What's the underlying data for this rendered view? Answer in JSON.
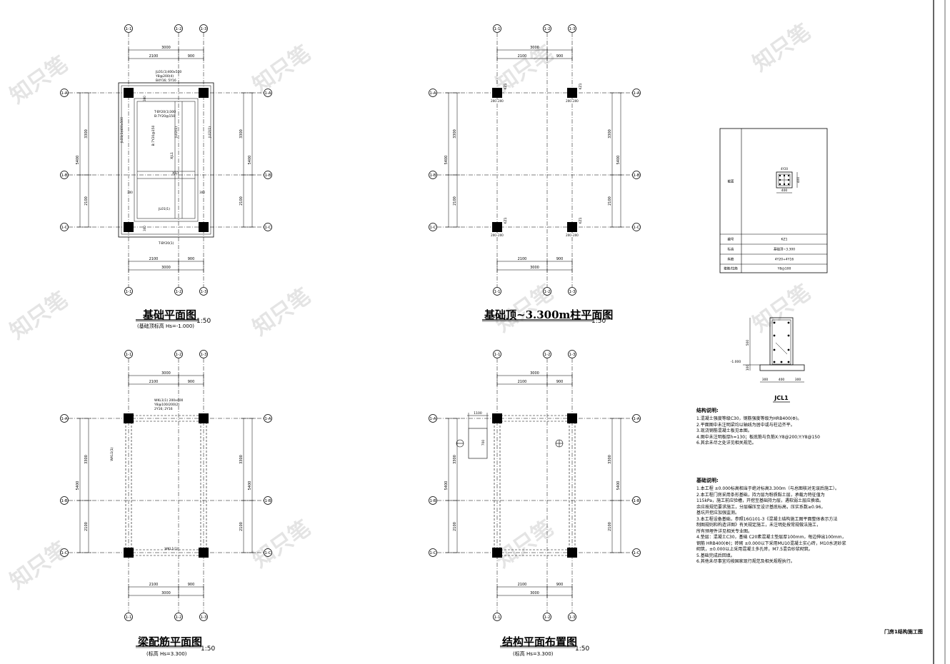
{
  "sheet": {
    "title_block": "门房1结构施工图"
  },
  "plans": [
    {
      "id": "foundation",
      "title": "基础平面图",
      "scale": "1:50",
      "subtitle": "(基础顶标高 Hs=-1.000)",
      "dims_top": [
        "3000",
        "2100",
        "900"
      ],
      "dims_bottom": [
        "2100",
        "900",
        "3000"
      ],
      "dims_left": [
        "3300",
        "5400",
        "2100"
      ],
      "dims_right": [
        "3300",
        "5400",
        "2100"
      ],
      "notes": [
        "JLO1(1)400x500",
        "Y8@200(4)",
        "B4Y16; 5Y16",
        "T-BY20(1)300",
        "B:7Y20@150",
        "JL02(1)",
        "XJL1",
        "JL01(1)",
        "T-BY20(1)",
        "300",
        "300",
        "300",
        "300"
      ]
    },
    {
      "id": "column",
      "title": "基础顶~3.300m柱平面图",
      "scale": "1:50",
      "dims_top": [
        "3000",
        "2100",
        "900"
      ],
      "dims_bottom": [
        "2100",
        "900",
        "3000"
      ],
      "dims_left": [
        "3300",
        "5400",
        "2100"
      ],
      "dims_right": [
        "3300",
        "5400",
        "2100"
      ],
      "column_label": "KZ1",
      "column_dims": [
        "200",
        "200"
      ]
    },
    {
      "id": "beam",
      "title": "梁配筋平面图",
      "scale": "1:50",
      "subtitle": "(标高 Hs=3.300)",
      "dims_top": [
        "3000",
        "2100",
        "900"
      ],
      "dims_bottom": [
        "2100",
        "900",
        "3000"
      ],
      "dims_left": [
        "3300",
        "5400",
        "2100"
      ],
      "dims_right": [
        "3300",
        "5400",
        "2100"
      ],
      "notes": [
        "WKL1(1) 200x400",
        "Y8@100/200(2)",
        "2Y16; 2Y16",
        "WKL1(1)",
        "WKL1(1)"
      ]
    },
    {
      "id": "structure",
      "title": "结构平面布置图",
      "scale": "1:50",
      "subtitle": "(标高 Hs=3.300)",
      "dims_top": [
        "3000",
        "2100",
        "900"
      ],
      "dims_bottom": [
        "2100",
        "900",
        "3000"
      ],
      "dims_left": [
        "3300",
        "5400",
        "2100"
      ],
      "dims_right": [
        "3300",
        "5400",
        "2100"
      ],
      "opening_dims": [
        "1100",
        "700"
      ]
    }
  ],
  "axis_labels": {
    "top": [
      "1-1",
      "1-2",
      "1-3"
    ],
    "side": [
      "1-A",
      "1-B",
      "1-C"
    ]
  },
  "column_table": {
    "rows": [
      {
        "label": "截面",
        "value": ""
      },
      {
        "label": "编号",
        "value": "KZ1"
      },
      {
        "label": "标高",
        "value": "基础顶~3.300"
      },
      {
        "label": "纵筋",
        "value": "4Y20+4Y16"
      },
      {
        "label": "箍筋/拉筋",
        "value": "Y8@100"
      }
    ],
    "section_dims": [
      "400",
      "400"
    ],
    "section_rebar": "4Y20"
  },
  "section": {
    "title": "JCL1",
    "elevation": "-1.000",
    "dims": [
      "300",
      "400",
      "300",
      "500",
      "100"
    ]
  },
  "notes_structure": {
    "heading": "结构说明:",
    "lines": [
      "1.混凝土强度等级C30，钢筋强度等级为HRB400(Φ)。",
      "2.平面图中未注明梁均以轴线为居中或与柱边齐平。",
      "3.现浇钢筋混凝土板见本图。",
      "4.图中未注明板厚h=130；板底筋与负筋X:Y8@200;Y:Y8@150",
      "6.其余未尽之处详见相关规范。"
    ]
  },
  "notes_foundation": {
    "heading": "基础说明:",
    "lines": [
      "1.本工程 ±0.000标高相当于绝对标高3.300m（与总图核对无误后施工）。",
      "2.本工程门房采用条形基础，持力层为粉质黏土层，承载力特征值为",
      "  115kPa，施工前应验槽，开挖至基础持力层，遇软弱土层应换填。",
      "  余应按规范要求施工，分层碾压至设计基底标高，压实系数≥0.96，",
      "  基坑开挖应加强监测。",
      "3.本工程设备基础，参照16G101-3《混凝土结构施工图平面整体表示方法",
      "  制图规则和构造详图》有关规定施工，未注明处按常规做法施工，",
      "  所有预埋件详见相关专业图。",
      "4.垫层：混凝土C30，基础 C20素混凝土垫层厚100mm，每边伸出100mm，",
      "  钢筋 HRB400(Φ)；砖砌 ±0.000以下采用MU10混凝土实心砖，M10水泥砂浆",
      "  砌筑，±0.000以上采用混凝土多孔砖，M7.5混合砂浆砌筑。",
      "5.基础完成后回填。",
      "6.其他未尽事宜均按国家现行规范及相关规程执行。"
    ]
  },
  "watermark": "知只笔"
}
